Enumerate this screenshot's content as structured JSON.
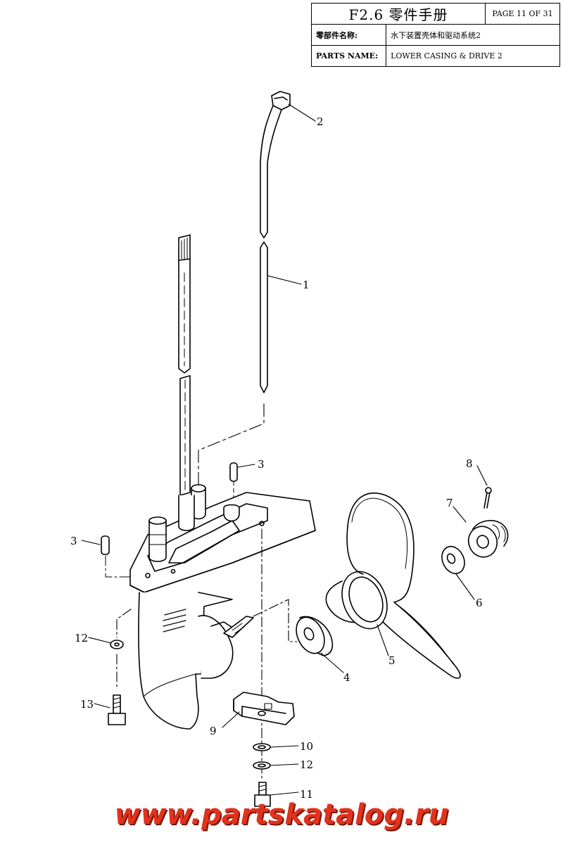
{
  "title_block": {
    "title": "F2.6 零件手册",
    "page": "PAGE 11 OF 31",
    "name_label_cn": "零部件名称:",
    "name_value_cn": "水下装置壳体和驱动系统2",
    "name_label_en": "PARTS NAME:",
    "name_value_en": "LOWER CASING & DRIVE 2"
  },
  "callouts": {
    "c1": "1",
    "c2": "2",
    "c3a": "3",
    "c3b": "3",
    "c4": "4",
    "c5": "5",
    "c6": "6",
    "c7": "7",
    "c8": "8",
    "c9": "9",
    "c10": "10",
    "c11": "11",
    "c12a": "12",
    "c12b": "12",
    "c13": "13"
  },
  "watermark": "www.partskatalog.ru",
  "colors": {
    "ink": "#000000",
    "watermark": "#e0321c"
  }
}
